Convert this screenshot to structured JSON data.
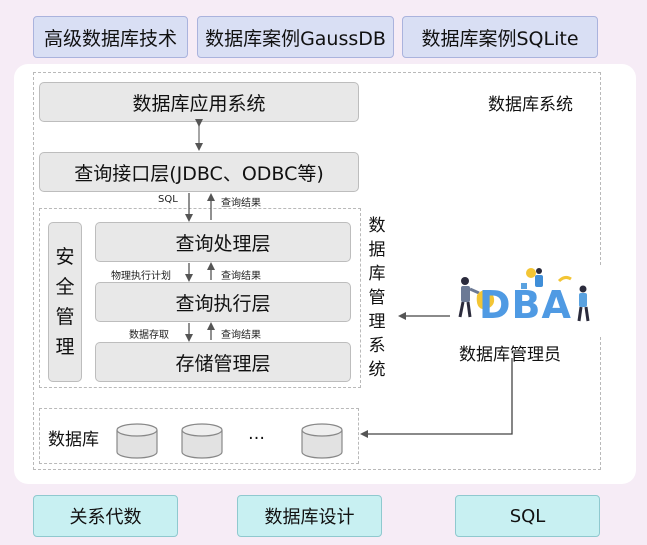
{
  "top_tabs": [
    "高级数据库技术",
    "数据库案例GaussDB",
    "数据库案例SQLite"
  ],
  "system_label": "数据库系统",
  "app_layer": "数据库应用系统",
  "interface_layer": "查询接口层(JDBC、ODBC等)",
  "sql_label": "SQL",
  "query_result": "查询结果",
  "security": "安全管理",
  "security_chars": [
    "安",
    "全",
    "管",
    "理"
  ],
  "query_process": "查询处理层",
  "physical_plan": "物理执行计划",
  "query_exec": "查询执行层",
  "data_access": "数据存取",
  "storage": "存储管理层",
  "dbms_chars": [
    "数",
    "据",
    "库",
    "管",
    "理",
    "系",
    "统"
  ],
  "dba_logo": "DBA",
  "dba_label": "数据库管理员",
  "db_label": "数据库",
  "ellipsis": "…",
  "bottom_tabs": [
    "关系代数",
    "数据库设计",
    "SQL"
  ]
}
